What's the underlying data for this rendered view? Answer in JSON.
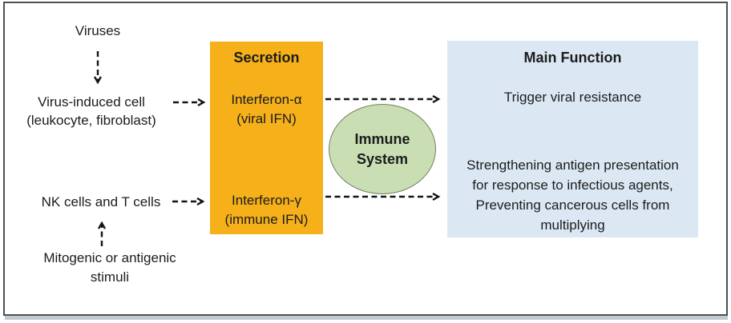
{
  "colors": {
    "text_color": "#1c1c1c",
    "frame_border": "#4e4f51",
    "bottom_shade": "#c3cbd2",
    "secretion_box_bg": "#F5B01A",
    "function_box_bg": "#DBE8F4",
    "ellipse_fill": "#C9DEB3",
    "ellipse_border": "#72805f",
    "arrow_color": "#141414"
  },
  "left_column": {
    "viruses_label": "Viruses",
    "virus_induced_cell_line1": "Virus-induced cell",
    "virus_induced_cell_line2": "(leukocyte, fibroblast)",
    "nk_t_cells_label": "NK cells and T cells",
    "stimuli_line1": "Mitogenic or antigenic",
    "stimuli_line2": "stimuli"
  },
  "secretion_box": {
    "title": "Secretion",
    "interferon_alpha_line1": "Interferon-α",
    "interferon_alpha_line2": "(viral IFN)",
    "interferon_gamma_line1": "Interferon-γ",
    "interferon_gamma_line2": "(immune IFN)"
  },
  "immune_system": {
    "line1": "Immune",
    "line2": "System"
  },
  "main_function_box": {
    "title": "Main Function",
    "alpha_function": "Trigger viral resistance",
    "gamma_function_line1": "Strengthening antigen presentation",
    "gamma_function_line2": "for response to infectious agents,",
    "gamma_function_line3": "Preventing cancerous cells from",
    "gamma_function_line4": "multiplying"
  }
}
